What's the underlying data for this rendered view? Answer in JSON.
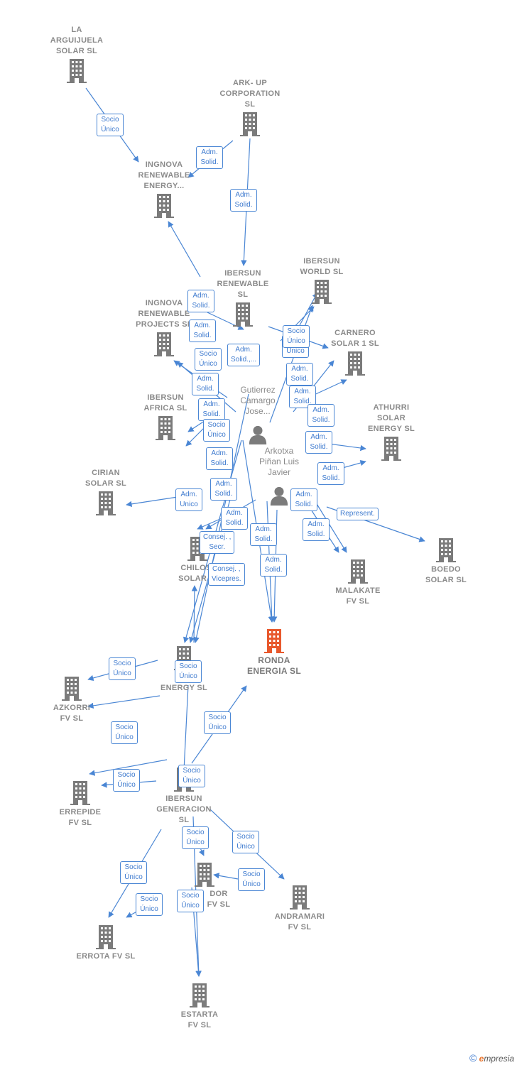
{
  "colors": {
    "edge": "#4a86d4",
    "building": "#7b7b7b",
    "highlight": "#e8582c",
    "person": "#7b7b7b"
  },
  "nodes": [
    {
      "id": "la_arguijuela",
      "label": "LA\nARGUIJUELA\nSOLAR  SL",
      "icon": "building-icon"
    },
    {
      "id": "ark_up",
      "label": "ARK- UP\nCORPORATION\nSL",
      "icon": "building-icon"
    },
    {
      "id": "ingnova_energy",
      "label": "INGNOVA\nRENEWABLE\nENERGY...",
      "icon": "building-icon"
    },
    {
      "id": "ibersun_world",
      "label": "IBERSUN\nWORLD  SL",
      "icon": "building-icon"
    },
    {
      "id": "ibersun_renewable",
      "label": "IBERSUN\nRENEWABLE\nSL",
      "icon": "building-icon"
    },
    {
      "id": "ingnova_projects",
      "label": "INGNOVA\nRENEWABLE\nPROJECTS  SL",
      "icon": "building-icon"
    },
    {
      "id": "carnero",
      "label": "CARNERO\nSOLAR 1  SL",
      "icon": "building-icon"
    },
    {
      "id": "ibersun_africa",
      "label": "IBERSUN\nAFRICA  SL",
      "icon": "building-icon"
    },
    {
      "id": "athurri",
      "label": "ATHURRI\nSOLAR\nENERGY  SL",
      "icon": "building-icon"
    },
    {
      "id": "cirian",
      "label": "CIRIAN\nSOLAR  SL",
      "icon": "building-icon"
    },
    {
      "id": "chilos",
      "label": "CHILOS\nSOLAR 2",
      "icon": "building-icon"
    },
    {
      "id": "boedo",
      "label": "BOEDO\nSOLAR  SL",
      "icon": "building-icon"
    },
    {
      "id": "malakate",
      "label": "MALAKATE\nFV  SL",
      "icon": "building-icon"
    },
    {
      "id": "ronda",
      "label": "RONDA\nENERGIA  SL",
      "icon": "building-icon",
      "highlight": true
    },
    {
      "id": "ibersun_energy",
      "label": "IBE\nENERGY  SL",
      "icon": "building-icon"
    },
    {
      "id": "azkorri",
      "label": "AZKORRI\nFV  SL",
      "icon": "building-icon"
    },
    {
      "id": "errepide",
      "label": "ERREPIDE\nFV  SL",
      "icon": "building-icon"
    },
    {
      "id": "ibersun_generacion",
      "label": "IBERSUN\nGENERACION\nSL",
      "icon": "building-icon"
    },
    {
      "id": "andramari",
      "label": "ANDRAMARI\nFV  SL",
      "icon": "building-icon"
    },
    {
      "id": "mirador",
      "label": "DOR\nFV  SL",
      "icon": "building-icon"
    },
    {
      "id": "errota",
      "label": "ERROTA FV  SL",
      "icon": "building-icon"
    },
    {
      "id": "estarta",
      "label": "ESTARTA\nFV  SL",
      "icon": "building-icon"
    }
  ],
  "persons": [
    {
      "id": "gutierrez",
      "label": "Gutierrez\nCamargo\nJose...",
      "icon": "person-icon"
    },
    {
      "id": "arkotxa",
      "label": "Arkotxa\nPiñan Luis\nJavier",
      "icon": "person-icon"
    }
  ],
  "edge_labels": [
    "Socio\nÚnico",
    "Adm.\nSolid.",
    "Adm.\nSolid.",
    "Adm.\nSolid.",
    "Adm.\nSolid.",
    "Socio\nÚnico",
    "Socio\nÚnico",
    "Adm.\nSolid.",
    "Adm.\nSolid.,...",
    "Adm.\nSolid.",
    "Socio\nÚnico",
    "Adm.\nSolid.",
    "Adm.\nSolid.",
    "Adm.\nSolid.",
    "Adm.\nSolid.",
    "Socio\nÚnico",
    "Adm.\nSolid.",
    "Adm.\nSolid.",
    "Adm.\nSolid.",
    "Adm.\nUnico",
    "Adm.\nSolid.",
    "Adm.\nSolid.",
    "Adm.\nSolid.",
    "Adm.\nSolid.",
    "Represent.",
    "Adm.\nSolid.",
    "Consej. ,\nSecr.",
    "Adm.\nSolid.",
    "Consej. ,\nVicepres.",
    "Socio\nÚnico",
    "Socio\nÚnico",
    "Socio\nÚnico",
    "Socio\nÚnico",
    "Socio\nÚnico",
    "Socio\nÚnico",
    "Socio\nÚnico",
    "Socio\nÚnico",
    "Socio\nÚnico",
    "Socio\nÚnico",
    "Socio\nÚnico",
    "Socio\nÚnico"
  ],
  "footer": {
    "copyright": "©",
    "brand_e": "e",
    "brand_rest": "mpresia"
  }
}
